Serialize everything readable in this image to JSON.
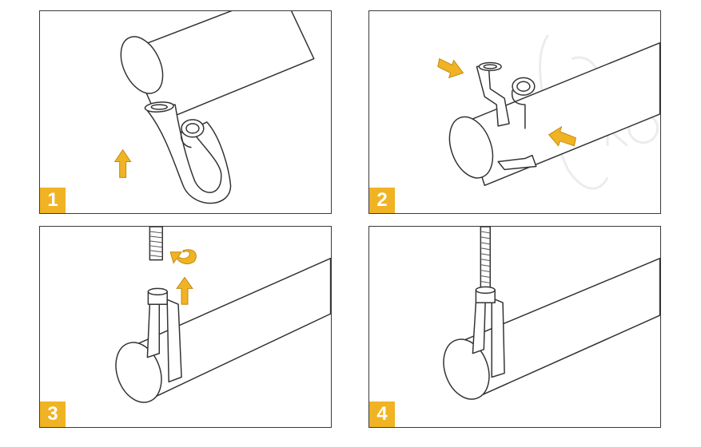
{
  "steps": [
    {
      "number": "1"
    },
    {
      "number": "2"
    },
    {
      "number": "3"
    },
    {
      "number": "4"
    }
  ],
  "colors": {
    "accent": "#f0b323",
    "line": "#333333",
    "border": "#3a3a3a"
  }
}
